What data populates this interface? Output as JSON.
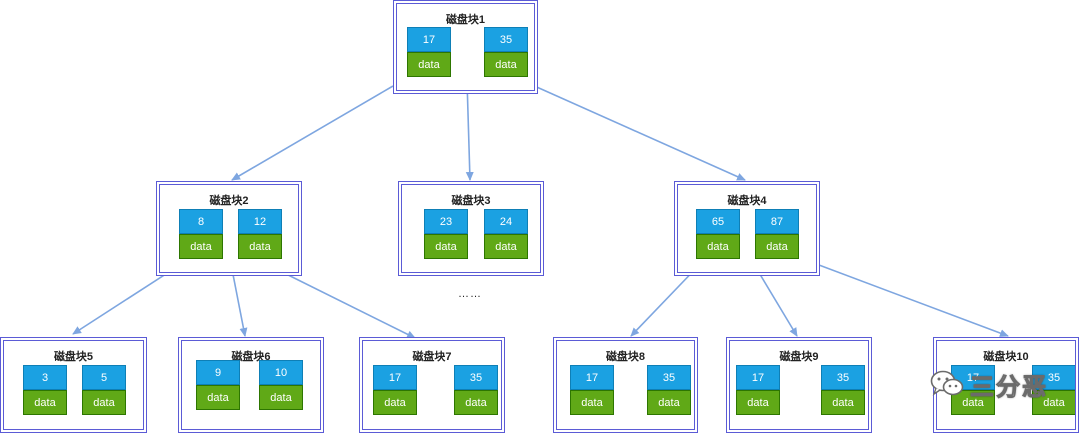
{
  "blocks": [
    {
      "id": "b1",
      "title": "磁盘块1",
      "keys": [
        "17",
        "35"
      ],
      "data": [
        "data",
        "data"
      ]
    },
    {
      "id": "b2",
      "title": "磁盘块2",
      "keys": [
        "8",
        "12"
      ],
      "data": [
        "data",
        "data"
      ]
    },
    {
      "id": "b3",
      "title": "磁盘块3",
      "keys": [
        "23",
        "24"
      ],
      "data": [
        "data",
        "data"
      ]
    },
    {
      "id": "b4",
      "title": "磁盘块4",
      "keys": [
        "65",
        "87"
      ],
      "data": [
        "data",
        "data"
      ]
    },
    {
      "id": "b5",
      "title": "磁盘块5",
      "keys": [
        "3",
        "5"
      ],
      "data": [
        "data",
        "data"
      ]
    },
    {
      "id": "b6",
      "title": "磁盘块6",
      "keys": [
        "9",
        "10"
      ],
      "data": [
        "data",
        "data"
      ]
    },
    {
      "id": "b7",
      "title": "磁盘块7",
      "keys": [
        "17",
        "35"
      ],
      "data": [
        "data",
        "data"
      ]
    },
    {
      "id": "b8",
      "title": "磁盘块8",
      "keys": [
        "17",
        "35"
      ],
      "data": [
        "data",
        "data"
      ]
    },
    {
      "id": "b9",
      "title": "磁盘块9",
      "keys": [
        "17",
        "35"
      ],
      "data": [
        "data",
        "data"
      ]
    },
    {
      "id": "b10",
      "title": "磁盘块10",
      "keys": [
        "17",
        "35"
      ],
      "data": [
        "data",
        "data"
      ]
    }
  ],
  "ellipsis": "……",
  "watermark": {
    "text": "三分恶",
    "icon": "wechat-icon"
  },
  "colors": {
    "key_fill": "#1ba1e2",
    "data_fill": "#60a917",
    "border": "#5b5bd6",
    "arrow": "#7ea6e0"
  }
}
